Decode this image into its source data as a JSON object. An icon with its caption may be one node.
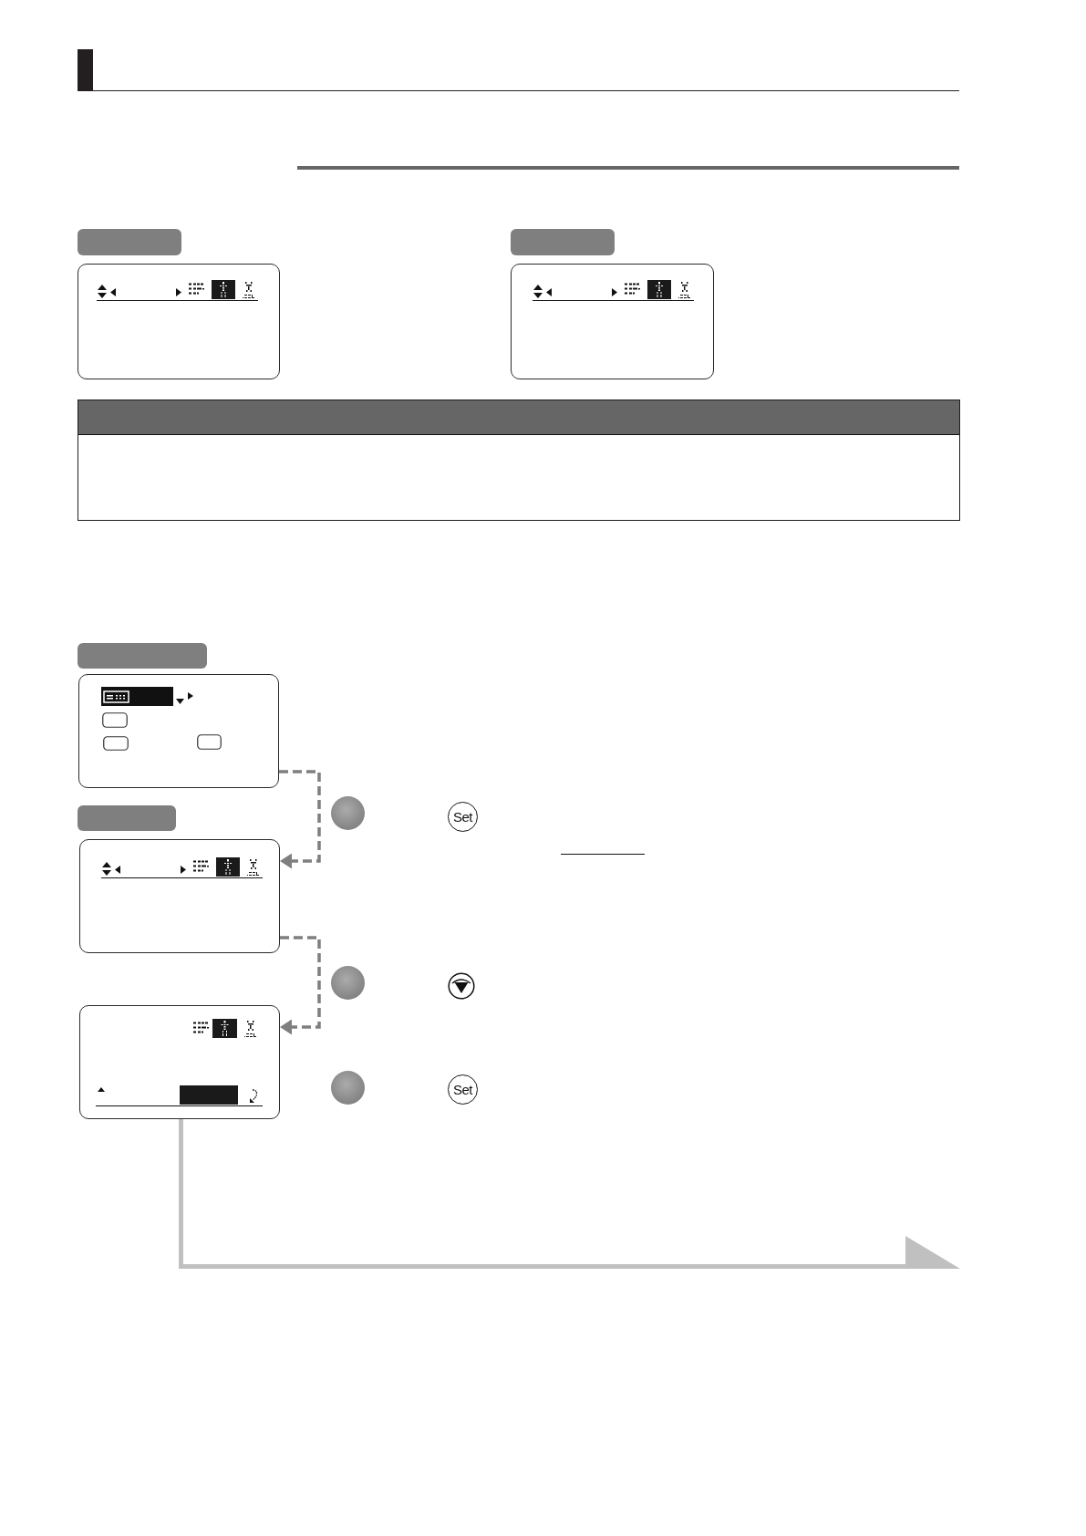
{
  "diagram": {
    "nodes": [
      {
        "text": [],
        "shape": "bar"
      },
      {
        "text": [],
        "shape": "box"
      },
      {
        "text": [],
        "shape": "bar"
      },
      {
        "text": [],
        "shape": "box"
      },
      {
        "text": [],
        "shape": "box"
      },
      {
        "text": [],
        "shape": "bar",
        "in": 4
      },
      {
        "text": [],
        "shape": "bar"
      },
      {
        "text": [],
        "shape": "box"
      },
      {
        "text": [],
        "shape": "bar"
      },
      {
        "text": [],
        "shape": "box"
      },
      {
        "text": [],
        "shape": "circle"
      },
      {
        "text": [],
        "shape": "circle"
      },
      {
        "text": [],
        "shape": "box"
      },
      {
        "text": [],
        "shape": "circle"
      }
    ],
    "edges": [
      {
        "from": 7,
        "to": 9,
        "arrow": "to",
        "style": "dashed"
      },
      {
        "from": 9,
        "to": 12,
        "arrow": "to",
        "style": "dashed"
      },
      {
        "from": 12,
        "to": null,
        "arrow": "to",
        "color": "#c0c0c0"
      }
    ],
    "labels": [
      "Set",
      "Set"
    ]
  }
}
